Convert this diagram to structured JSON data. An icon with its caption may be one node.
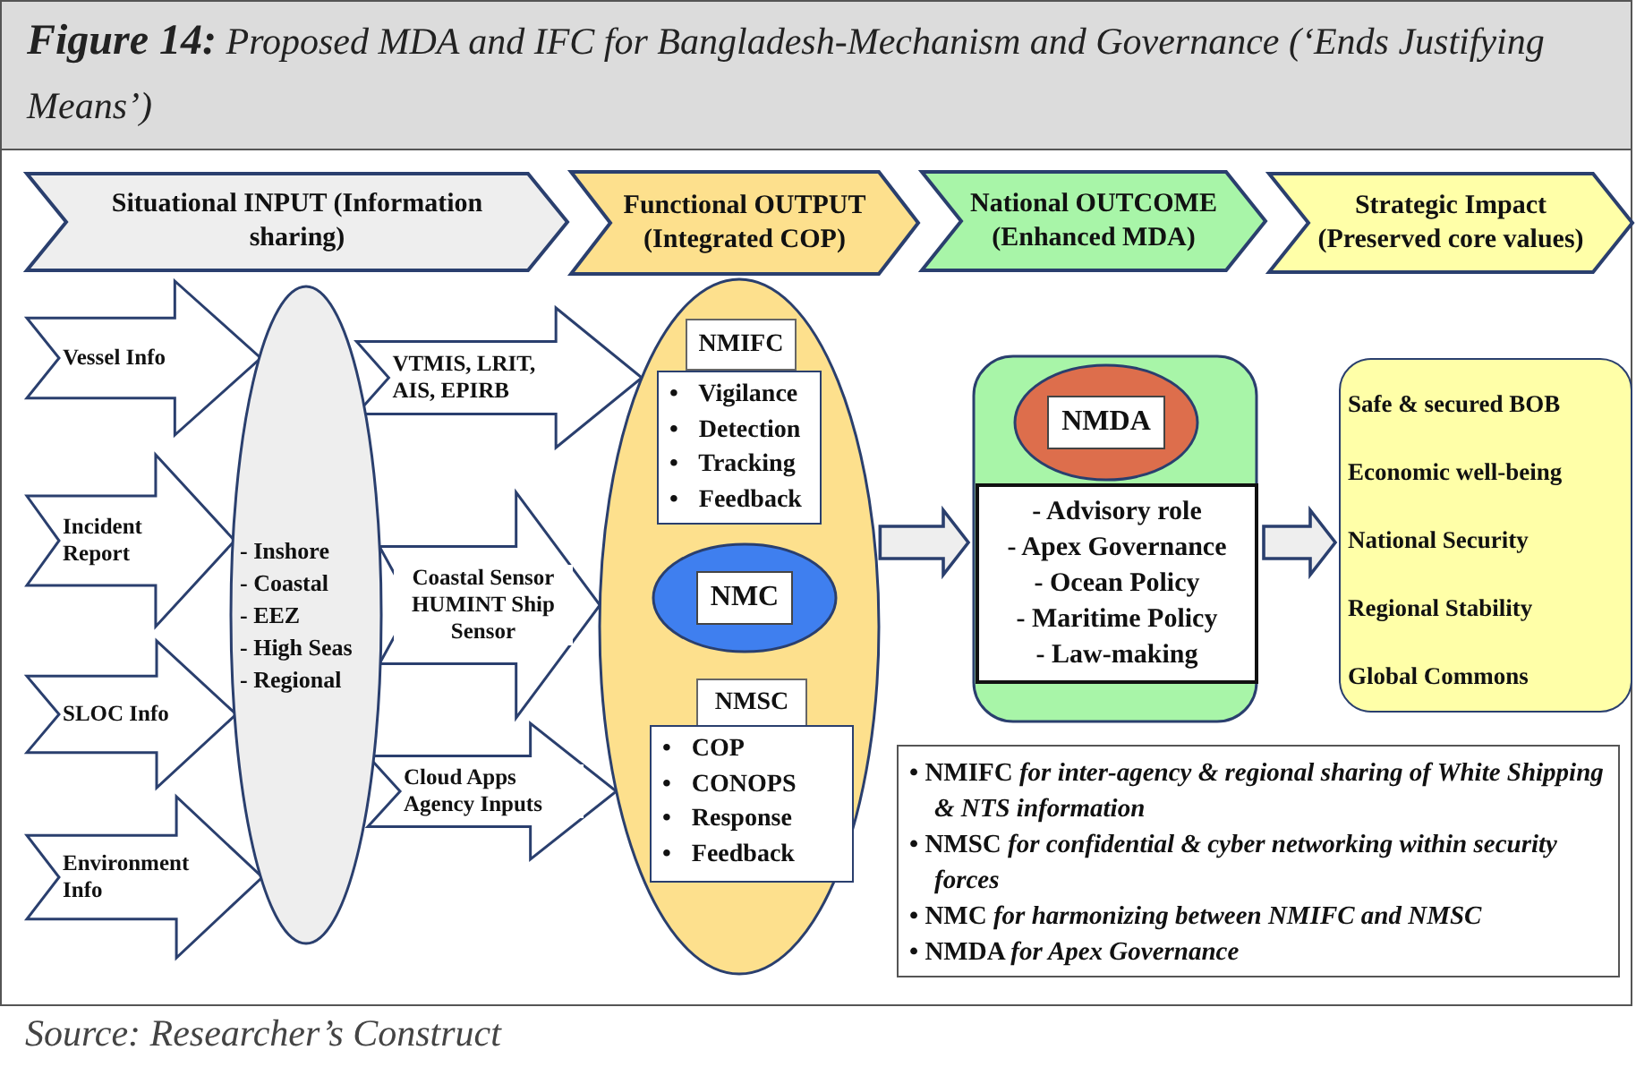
{
  "diagram": {
    "title": "**Figure 14:** Proposed MDA and IFC for Bangladesh-Mechanism and Governance (‘Ends Justifying Means’)",
    "caption": "Source: Researcher’s Construct",
    "nodes": [
      {
        "text": [
          "Situational INPUT (Information sharing)"
        ]
      },
      {
        "text": [
          "Functional OUTPUT (Integrated COP)"
        ]
      },
      {
        "text": [
          "National OUTCOME (Enhanced MDA)"
        ]
      },
      {
        "text": [
          "Strategic Impact (Preserved core values)"
        ]
      },
      {
        "text": [
          "- Inshore",
          "- Coastal",
          "- EEZ",
          "- High Seas",
          "- Regional"
        ]
      },
      {
        "text": [],
        "shape": "ellipse"
      },
      {
        "text": [
          "NMIFC"
        ],
        "in": 5
      },
      {
        "text": [
          "• Vigilance",
          "• Detection",
          "• Tracking",
          "• Feedback"
        ],
        "in": 5
      },
      {
        "text": [
          "NMC"
        ],
        "in": 5
      },
      {
        "text": [
          "NMSC"
        ],
        "in": 5
      },
      {
        "text": [
          "• COP",
          "• CONOPS",
          "• Response",
          "• Feedback"
        ],
        "in": 5
      },
      {
        "text": [],
        "shape": "box"
      },
      {
        "text": [
          "NMDA"
        ],
        "in": 11
      },
      {
        "text": [
          "- Advisory role",
          "- Apex Governance",
          "- Ocean Policy",
          "- Maritime Policy",
          "- Law-making"
        ],
        "in": 11
      },
      {
        "text": [
          "Safe & secured BOB",
          "Economic well-being",
          "National Security",
          "Regional Stability",
          "Global Commons"
        ]
      },
      {
        "text": [
          "• NMIFC *for inter-agency & regional sharing of White Shipping & NTS information*",
          "• NMSC *for confidential & cyber networking within security forces*",
          "• NMC *for harmonizing between NMIFC and NMSC*",
          "• NMDA *for Apex Governance*"
        ]
      }
    ],
    "edges": [
      {
        "from": null,
        "to": 4,
        "arrow": "to",
        "label": "Vessel Info"
      },
      {
        "from": null,
        "to": 4,
        "arrow": "to",
        "label": "Incident Report"
      },
      {
        "from": null,
        "to": 4,
        "arrow": "to",
        "label": "SLOC Info"
      },
      {
        "from": null,
        "to": 4,
        "arrow": "to",
        "label": "Environment Info"
      },
      {
        "from": 4,
        "to": 5,
        "arrow": "to",
        "label": "VTMIS, LRIT, AIS, EPIRB"
      },
      {
        "from": 4,
        "to": 5,
        "arrow": "to",
        "label": "Coastal Sensor HUMINT Ship Sensor"
      },
      {
        "from": 4,
        "to": 5,
        "arrow": "to",
        "label": "Cloud Apps Agency Inputs"
      },
      {
        "from": 5,
        "to": 11,
        "arrow": "to"
      },
      {
        "from": 11,
        "to": 14,
        "arrow": "to"
      }
    ]
  }
}
